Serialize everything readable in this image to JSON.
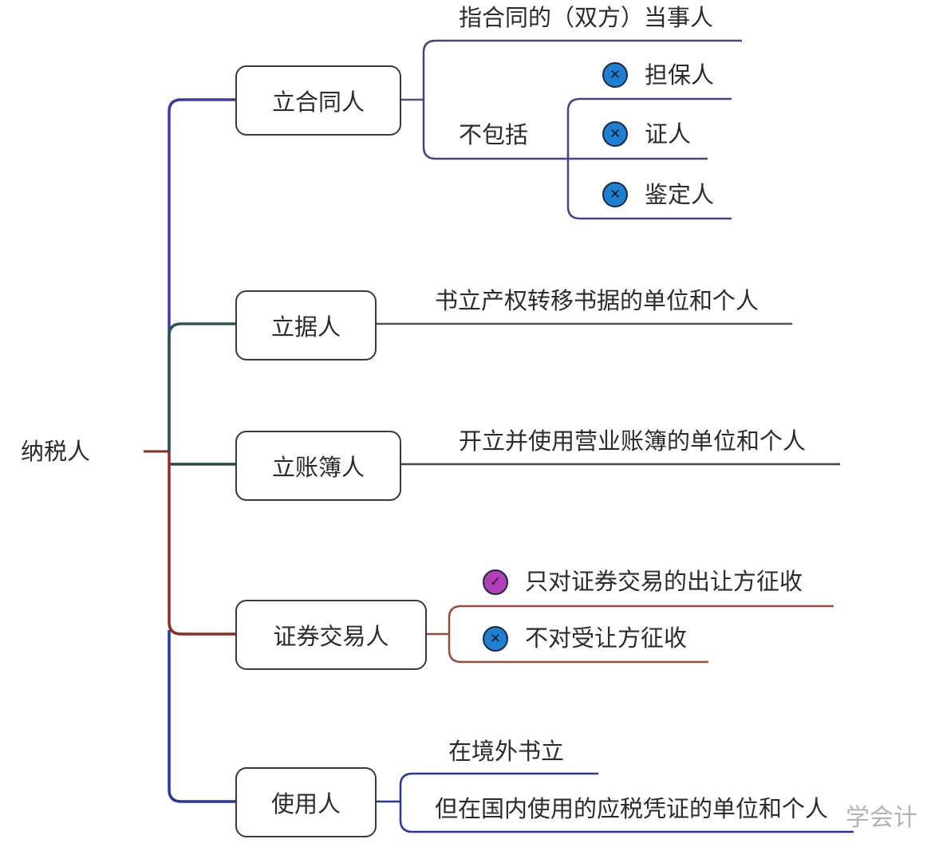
{
  "root": {
    "label": "纳税人"
  },
  "colors": {
    "trunk_blue": "#3b3aa0",
    "trunk_teal": "#2f5350",
    "trunk_green": "#254c3a",
    "trunk_red": "#8a2f24",
    "trunk_navy": "#27379a",
    "x_icon": "#1f7fd1",
    "check_icon": "#b03fb8"
  },
  "branches": [
    {
      "label": "立合同人",
      "children": [
        {
          "label": "指合同的（双方）当事人"
        },
        {
          "label": "不包括",
          "children": [
            {
              "icon": "x-icon",
              "label": "担保人"
            },
            {
              "icon": "x-icon",
              "label": "证人"
            },
            {
              "icon": "x-icon",
              "label": "鉴定人"
            }
          ]
        }
      ]
    },
    {
      "label": "立据人",
      "children": [
        {
          "label": "书立产权转移书据的单位和个人"
        }
      ]
    },
    {
      "label": "立账簿人",
      "children": [
        {
          "label": "开立并使用营业账簿的单位和个人"
        }
      ]
    },
    {
      "label": "证券交易人",
      "children": [
        {
          "icon": "check-icon",
          "label": "只对证券交易的出让方征收"
        },
        {
          "icon": "x-icon",
          "label": "不对受让方征收"
        }
      ]
    },
    {
      "label": "使用人",
      "children": [
        {
          "label": "在境外书立"
        },
        {
          "label": "但在国内使用的应税凭证的单位和个人"
        }
      ]
    }
  ],
  "icons": {
    "x_glyph": "✕",
    "check_glyph": "✓"
  },
  "watermark": "学会计"
}
